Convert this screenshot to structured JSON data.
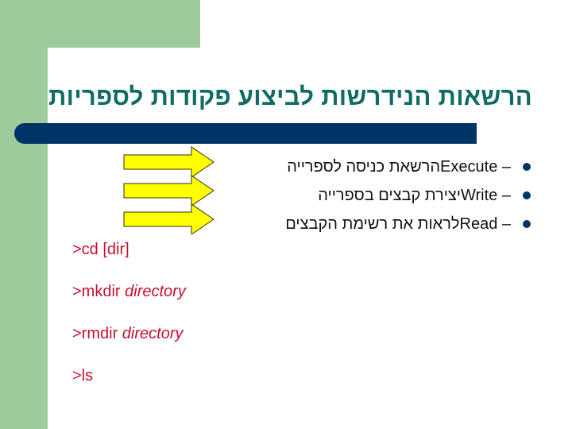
{
  "slide": {
    "title": "הרשאות הנידרשות לביצוע פקודות לספריות",
    "colors": {
      "background_green": "#9dcb9b",
      "title_teal": "#0f6b63",
      "bar_navy": "#003366",
      "bullet_navy": "#003366",
      "command_red": "#c8102e",
      "arrow_yellow": "#ffff00"
    },
    "bullets": [
      {
        "term": "Execute",
        "separator": "–",
        "description": "הרשאת כניסה לספרייה",
        "icon": "bullet-dot"
      },
      {
        "term": "Write",
        "separator": "–",
        "description": "יצירת קבצים בספרייה",
        "icon": "bullet-dot"
      },
      {
        "term": "Read",
        "separator": "–",
        "description": "לראות את רשימת הקבצים",
        "icon": "bullet-dot"
      }
    ],
    "arrows": [
      {
        "icon": "right-arrow",
        "points_to": "Execute"
      },
      {
        "icon": "right-arrow",
        "points_to": "Write"
      },
      {
        "icon": "right-arrow",
        "points_to": "Read"
      }
    ],
    "commands": [
      {
        "prefix": ">cd ",
        "arg": "[dir]",
        "arg_italic": false
      },
      {
        "prefix": ">mkdir ",
        "arg": "directory",
        "arg_italic": true
      },
      {
        "prefix": ">rmdir ",
        "arg": "directory",
        "arg_italic": true
      },
      {
        "prefix": ">ls",
        "arg": "",
        "arg_italic": false
      }
    ]
  }
}
